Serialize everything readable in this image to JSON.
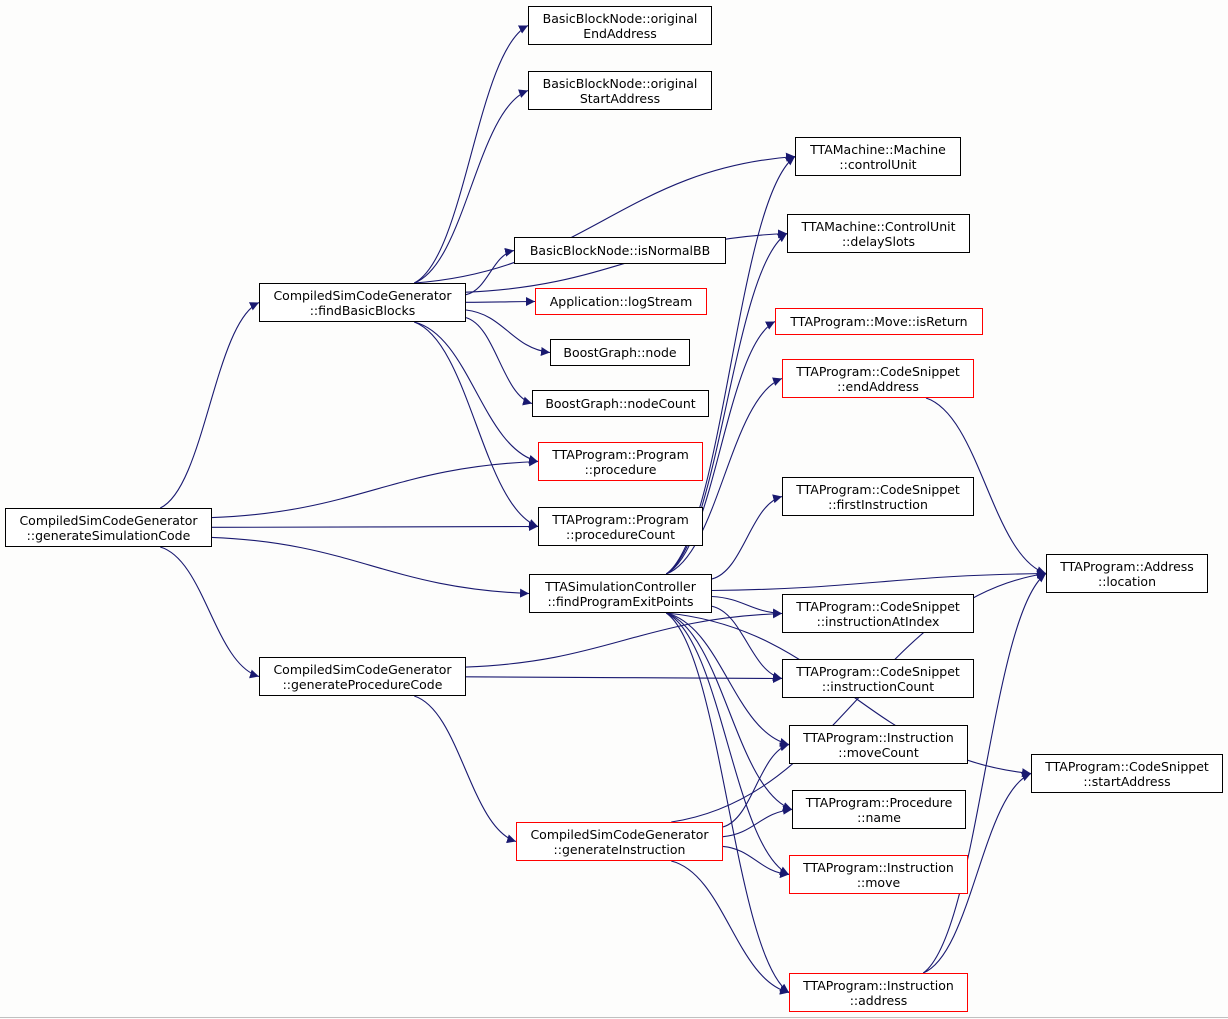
{
  "colors": {
    "edge": "#191970",
    "root_fill": "#bfbfbf",
    "node_border": "#000000",
    "truncated_border": "#ff0000"
  },
  "nodes": {
    "n_genSim": {
      "line1": "CompiledSimCodeGenerator",
      "line2": "::generateSimulationCode",
      "style": "root"
    },
    "n_findBB": {
      "line1": "CompiledSimCodeGenerator",
      "line2": "::findBasicBlocks",
      "style": "normal"
    },
    "n_genProc": {
      "line1": "CompiledSimCodeGenerator",
      "line2": "::generateProcedureCode",
      "style": "normal"
    },
    "n_genInstr": {
      "line1": "CompiledSimCodeGenerator",
      "line2": "::generateInstruction",
      "style": "red"
    },
    "n_origEnd": {
      "line1": "BasicBlockNode::original",
      "line2": "EndAddress",
      "style": "normal"
    },
    "n_origStart": {
      "line1": "BasicBlockNode::original",
      "line2": "StartAddress",
      "style": "normal"
    },
    "n_isNormalBB": {
      "line1": "BasicBlockNode::isNormalBB",
      "line2": "",
      "style": "normal"
    },
    "n_logStream": {
      "line1": "Application::logStream",
      "line2": "",
      "style": "red"
    },
    "n_node": {
      "line1": "BoostGraph::node",
      "line2": "",
      "style": "normal"
    },
    "n_nodeCount": {
      "line1": "BoostGraph::nodeCount",
      "line2": "",
      "style": "normal"
    },
    "n_procedure": {
      "line1": "TTAProgram::Program",
      "line2": "::procedure",
      "style": "red"
    },
    "n_procCount": {
      "line1": "TTAProgram::Program",
      "line2": "::procedureCount",
      "style": "normal"
    },
    "n_findExit": {
      "line1": "TTASimulationController",
      "line2": "::findProgramExitPoints",
      "style": "normal"
    },
    "n_ctrlUnit": {
      "line1": "TTAMachine::Machine",
      "line2": "::controlUnit",
      "style": "normal"
    },
    "n_delaySlots": {
      "line1": "TTAMachine::ControlUnit",
      "line2": "::delaySlots",
      "style": "normal"
    },
    "n_isReturn": {
      "line1": "TTAProgram::Move::isReturn",
      "line2": "",
      "style": "red"
    },
    "n_endAddr": {
      "line1": "TTAProgram::CodeSnippet",
      "line2": "::endAddress",
      "style": "red"
    },
    "n_firstInstr": {
      "line1": "TTAProgram::CodeSnippet",
      "line2": "::firstInstruction",
      "style": "normal"
    },
    "n_instrAtIdx": {
      "line1": "TTAProgram::CodeSnippet",
      "line2": "::instructionAtIndex",
      "style": "normal"
    },
    "n_instrCount": {
      "line1": "TTAProgram::CodeSnippet",
      "line2": "::instructionCount",
      "style": "normal"
    },
    "n_moveCount": {
      "line1": "TTAProgram::Instruction",
      "line2": "::moveCount",
      "style": "normal"
    },
    "n_procName": {
      "line1": "TTAProgram::Procedure",
      "line2": "::name",
      "style": "normal"
    },
    "n_move": {
      "line1": "TTAProgram::Instruction",
      "line2": "::move",
      "style": "red"
    },
    "n_address": {
      "line1": "TTAProgram::Instruction",
      "line2": "::address",
      "style": "red"
    },
    "n_location": {
      "line1": "TTAProgram::Address",
      "line2": "::location",
      "style": "normal"
    },
    "n_startAddr": {
      "line1": "TTAProgram::CodeSnippet",
      "line2": "::startAddress",
      "style": "normal"
    }
  },
  "edges": [
    [
      "n_genSim",
      "n_findBB"
    ],
    [
      "n_genSim",
      "n_procedure"
    ],
    [
      "n_genSim",
      "n_procCount"
    ],
    [
      "n_genSim",
      "n_findExit"
    ],
    [
      "n_genSim",
      "n_genProc"
    ],
    [
      "n_findBB",
      "n_origEnd"
    ],
    [
      "n_findBB",
      "n_origStart"
    ],
    [
      "n_findBB",
      "n_ctrlUnit"
    ],
    [
      "n_findBB",
      "n_delaySlots"
    ],
    [
      "n_findBB",
      "n_isNormalBB"
    ],
    [
      "n_findBB",
      "n_logStream"
    ],
    [
      "n_findBB",
      "n_node"
    ],
    [
      "n_findBB",
      "n_nodeCount"
    ],
    [
      "n_findBB",
      "n_procedure"
    ],
    [
      "n_findBB",
      "n_procCount"
    ],
    [
      "n_findExit",
      "n_ctrlUnit"
    ],
    [
      "n_findExit",
      "n_delaySlots"
    ],
    [
      "n_findExit",
      "n_isReturn"
    ],
    [
      "n_findExit",
      "n_endAddr"
    ],
    [
      "n_findExit",
      "n_location"
    ],
    [
      "n_findExit",
      "n_firstInstr"
    ],
    [
      "n_findExit",
      "n_startAddr"
    ],
    [
      "n_findExit",
      "n_instrAtIdx"
    ],
    [
      "n_findExit",
      "n_instrCount"
    ],
    [
      "n_findExit",
      "n_moveCount"
    ],
    [
      "n_findExit",
      "n_procName"
    ],
    [
      "n_findExit",
      "n_move"
    ],
    [
      "n_findExit",
      "n_address"
    ],
    [
      "n_genProc",
      "n_instrAtIdx"
    ],
    [
      "n_genProc",
      "n_instrCount"
    ],
    [
      "n_genProc",
      "n_genInstr"
    ],
    [
      "n_genInstr",
      "n_moveCount"
    ],
    [
      "n_genInstr",
      "n_procName"
    ],
    [
      "n_genInstr",
      "n_move"
    ],
    [
      "n_genInstr",
      "n_address"
    ],
    [
      "n_genInstr",
      "n_location"
    ],
    [
      "n_endAddr",
      "n_location"
    ],
    [
      "n_address",
      "n_location"
    ],
    [
      "n_address",
      "n_startAddr"
    ]
  ]
}
